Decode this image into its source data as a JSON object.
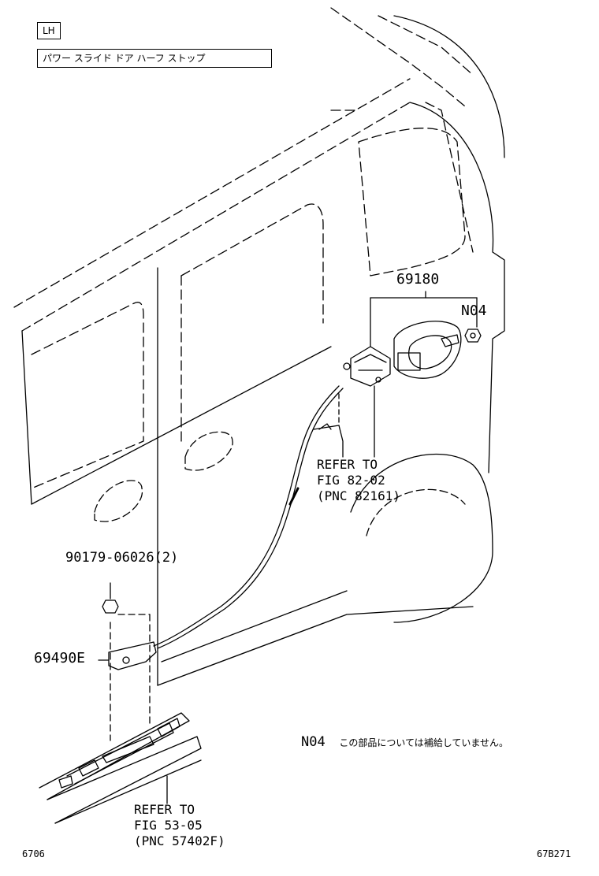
{
  "side_tag": "LH",
  "title": "パワー スライド ドア ハーフ ストップ",
  "parts": {
    "p69180": "69180",
    "n04": "N04",
    "bolt": "90179-06026(2)",
    "p69490e": "69490E"
  },
  "refer_upper": {
    "line1": "REFER TO",
    "line2": "FIG 82-02",
    "line3": "(PNC 82161)"
  },
  "refer_lower": {
    "line1": "REFER TO",
    "line2": "FIG 53-05",
    "line3": "(PNC 57402F)"
  },
  "note": {
    "code": "N04",
    "text": "この部品については補給していません。"
  },
  "footer": {
    "left": "6706",
    "right": "67B271"
  }
}
